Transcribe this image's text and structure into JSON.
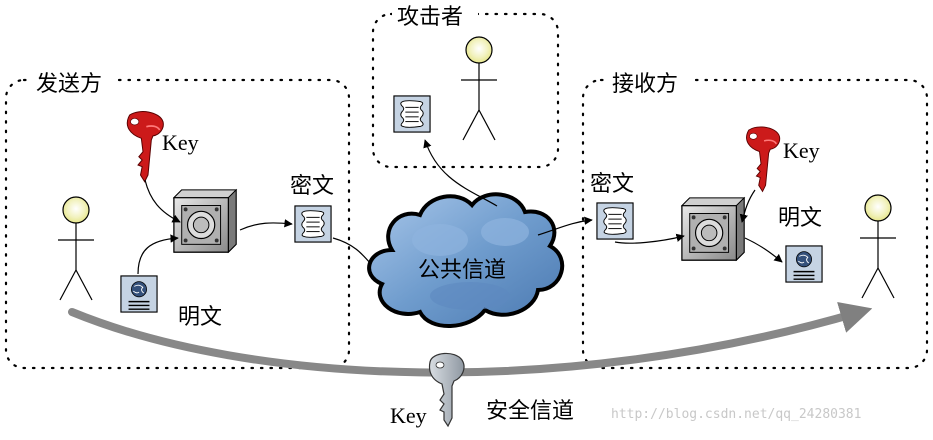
{
  "groups": {
    "sender": "发送方",
    "attacker": "攻击者",
    "receiver": "接收方"
  },
  "labels": {
    "sender_key": "Key",
    "sender_ciphertext": "密文",
    "sender_plaintext": "明文",
    "public_channel": "公共信道",
    "receiver_ciphertext": "密文",
    "receiver_key": "Key",
    "receiver_plaintext": "明文",
    "secure_key": "Key",
    "secure_channel": "安全信道"
  },
  "watermark": "http://blog.csdn.net/qq_24280381",
  "colors": {
    "red_key": "#cc1a1a",
    "gray_key": "#a8b0b8",
    "cloud": "#6f9ccd",
    "document": "#c5d3e3",
    "secure_arrow": "#888888"
  }
}
